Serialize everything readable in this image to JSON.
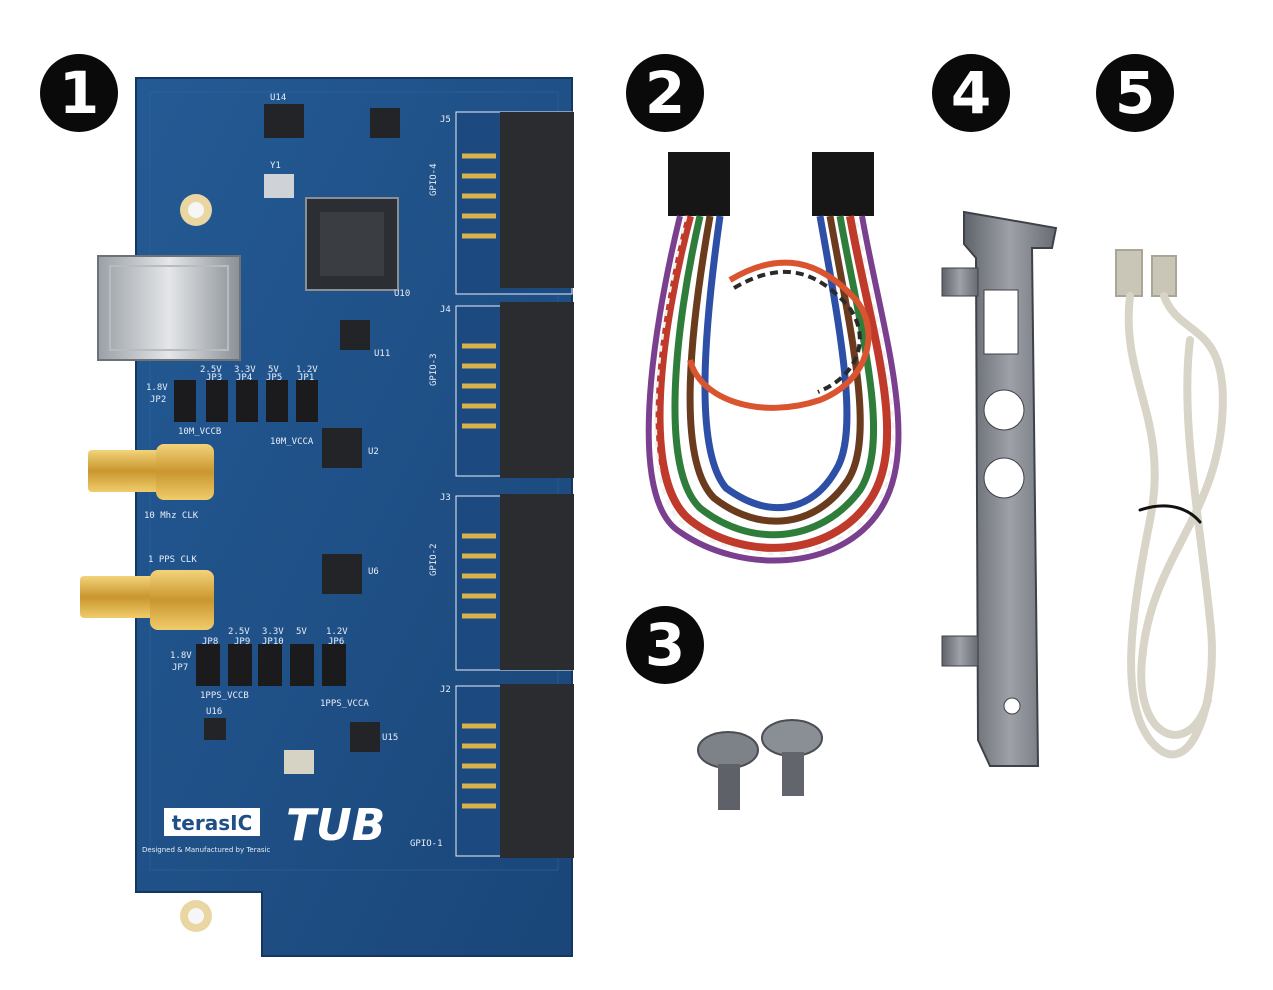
{
  "badges": [
    "1",
    "2",
    "3",
    "4",
    "5"
  ],
  "board": {
    "brand_logo_text": "terasIC",
    "product_text": "TUB",
    "tagline": "Designed & Manufactured by Terasic",
    "header_labels": [
      "GPIO-4",
      "GPIO-3",
      "GPIO-2",
      "GPIO-1"
    ],
    "connector_ids": [
      "J5",
      "J4",
      "J3",
      "J2"
    ],
    "sma_labels": [
      "10 Mhz CLK",
      "1 PPS CLK"
    ],
    "voltage_top": [
      "1.8V",
      "2.5V",
      "3.3V",
      "5V",
      "1.2V"
    ],
    "jumper_top": [
      "JP2",
      "JP3",
      "JP4",
      "JP5",
      "JP1"
    ],
    "voltage_bottom": [
      "1.8V",
      "2.5V",
      "3.3V",
      "5V",
      "1.2V"
    ],
    "jumper_bottom": [
      "JP7",
      "JP8",
      "JP9",
      "JP10",
      "JP6"
    ],
    "rail_labels": [
      "10M_VCCB",
      "10M_VCCA",
      "1PPS_VCCB",
      "1PPS_VCCA"
    ],
    "ic_labels": [
      "U14",
      "U10",
      "U11",
      "U2",
      "U6",
      "U15",
      "U16",
      "Y1"
    ]
  },
  "colors": {
    "pcb": "#1f4f86",
    "pcb_dark": "#163d6b",
    "gold": "#d4a843",
    "badge": "#0a0a0a",
    "bracket": "#7b7f86",
    "usb_cable": "#d8d5c8"
  }
}
